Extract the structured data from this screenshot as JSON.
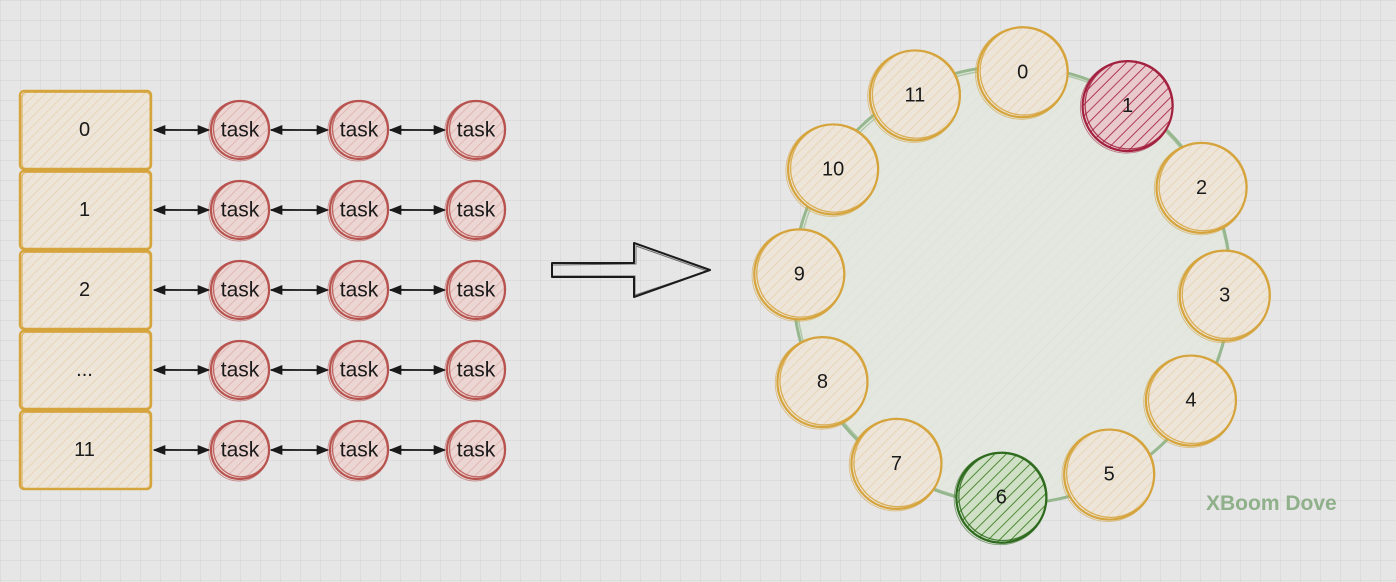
{
  "left_array": {
    "slots": [
      {
        "label": "0",
        "tasks": [
          "task",
          "task",
          "task"
        ]
      },
      {
        "label": "1",
        "tasks": [
          "task",
          "task",
          "task"
        ]
      },
      {
        "label": "2",
        "tasks": [
          "task",
          "task",
          "task"
        ]
      },
      {
        "label": "...",
        "tasks": [
          "task",
          "task",
          "task"
        ]
      },
      {
        "label": "11",
        "tasks": [
          "task",
          "task",
          "task"
        ]
      }
    ]
  },
  "wheel": {
    "slots": [
      "0",
      "1",
      "2",
      "3",
      "4",
      "5",
      "6",
      "7",
      "8",
      "9",
      "10",
      "11"
    ],
    "current_slot": "1",
    "target_slot": "6"
  },
  "colors": {
    "slot_stroke": "#d6a43c",
    "slot_fill": "#efe6d8",
    "task_stroke": "#b85450",
    "task_fill": "#ecd3d0",
    "wheel_ring": "#97b88f",
    "wheel_fill": "#e2e7df",
    "current_stroke": "#a3213f",
    "current_fill": "#d9a0a8",
    "target_stroke": "#2f6b1e",
    "target_fill": "#7fb067",
    "arrow": "#1a1a1a"
  },
  "watermark": "XBoom Dove"
}
